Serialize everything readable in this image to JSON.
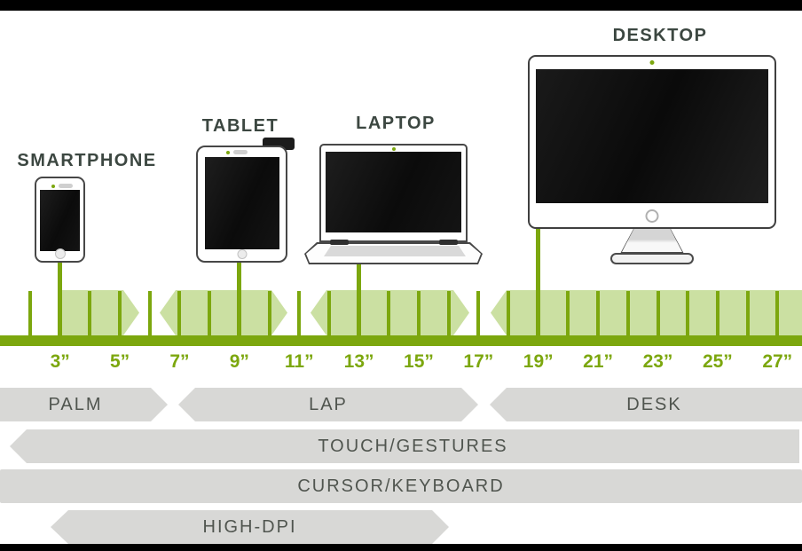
{
  "colors": {
    "green": "#7CA70E",
    "light_green": "#CBE0A2",
    "band_gray": "#D8D8D6",
    "band_text": "#50554F",
    "heading_text": "#3C4741",
    "frame_black": "#000000"
  },
  "devices": [
    {
      "name": "smartphone",
      "label": "SMARTPHONE",
      "points_to_inch": 3
    },
    {
      "name": "tablet",
      "label": "TABLET",
      "points_to_inch": 9
    },
    {
      "name": "laptop",
      "label": "LAPTOP",
      "points_to_inch": 13
    },
    {
      "name": "desktop",
      "label": "DESKTOP",
      "points_to_inch": 19
    }
  ],
  "ruler": {
    "unit": "inches",
    "tick_inches": [
      2,
      3,
      4,
      5,
      6,
      7,
      8,
      9,
      10,
      11,
      12,
      13,
      14,
      15,
      16,
      17,
      18,
      19,
      20,
      21,
      22,
      23,
      24,
      25,
      26,
      27
    ],
    "labels": [
      {
        "inch": 3,
        "text": "3”"
      },
      {
        "inch": 5,
        "text": "5”"
      },
      {
        "inch": 7,
        "text": "7”"
      },
      {
        "inch": 9,
        "text": "9”"
      },
      {
        "inch": 11,
        "text": "11”"
      },
      {
        "inch": 13,
        "text": "13”"
      },
      {
        "inch": 15,
        "text": "15”"
      },
      {
        "inch": 17,
        "text": "17”"
      },
      {
        "inch": 19,
        "text": "19”"
      },
      {
        "inch": 21,
        "text": "21”"
      },
      {
        "inch": 23,
        "text": "23”"
      },
      {
        "inch": 25,
        "text": "25”"
      },
      {
        "inch": 27,
        "text": "27”"
      }
    ]
  },
  "zones": {
    "grip": [
      {
        "label": "PALM",
        "from_inch": 0,
        "to_inch": 6
      },
      {
        "label": "LAP",
        "from_inch": 6,
        "to_inch": 17
      },
      {
        "label": "DESK",
        "from_inch": 17,
        "to_inch": 27
      }
    ],
    "input": [
      {
        "label": "TOUCH/GESTURES"
      },
      {
        "label": "CURSOR/KEYBOARD"
      }
    ],
    "display": [
      {
        "label": "HIGH-DPI"
      }
    ]
  }
}
